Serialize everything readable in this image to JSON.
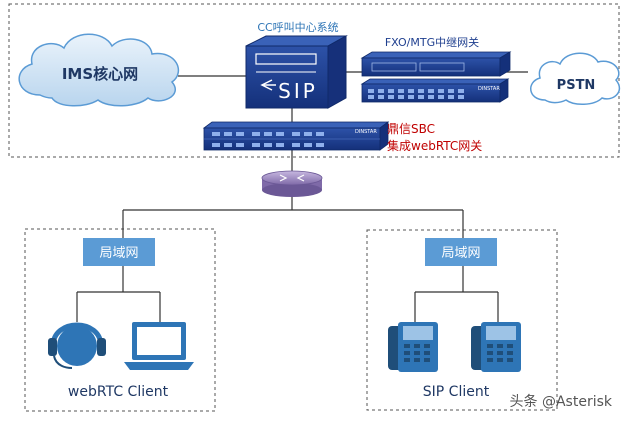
{
  "top_zone": {
    "ims_cloud_label": "IMS核心网",
    "callcenter_label": "CC呼叫中心系统",
    "sip_server_text": "SIP",
    "gateway_label": "FXO/MTG中继网关",
    "pstn_label": "PSTN",
    "sbc_label_line1": "鼎信SBC",
    "sbc_label_line2": "集成webRTC网关",
    "device_brand": "DINSTAR"
  },
  "left_zone": {
    "lan_label": "局域网",
    "client_label": "webRTC Client"
  },
  "right_zone": {
    "lan_label": "局域网",
    "client_label": "SIP Client"
  },
  "watermark": "头条 @Asterisk",
  "colors": {
    "accent_blue": "#2e75b6",
    "device_navy": "#1f3f8f",
    "lan_box": "#5b9bd5",
    "sbc_text_red": "#c00000",
    "cloud_text": "#1f3864"
  }
}
